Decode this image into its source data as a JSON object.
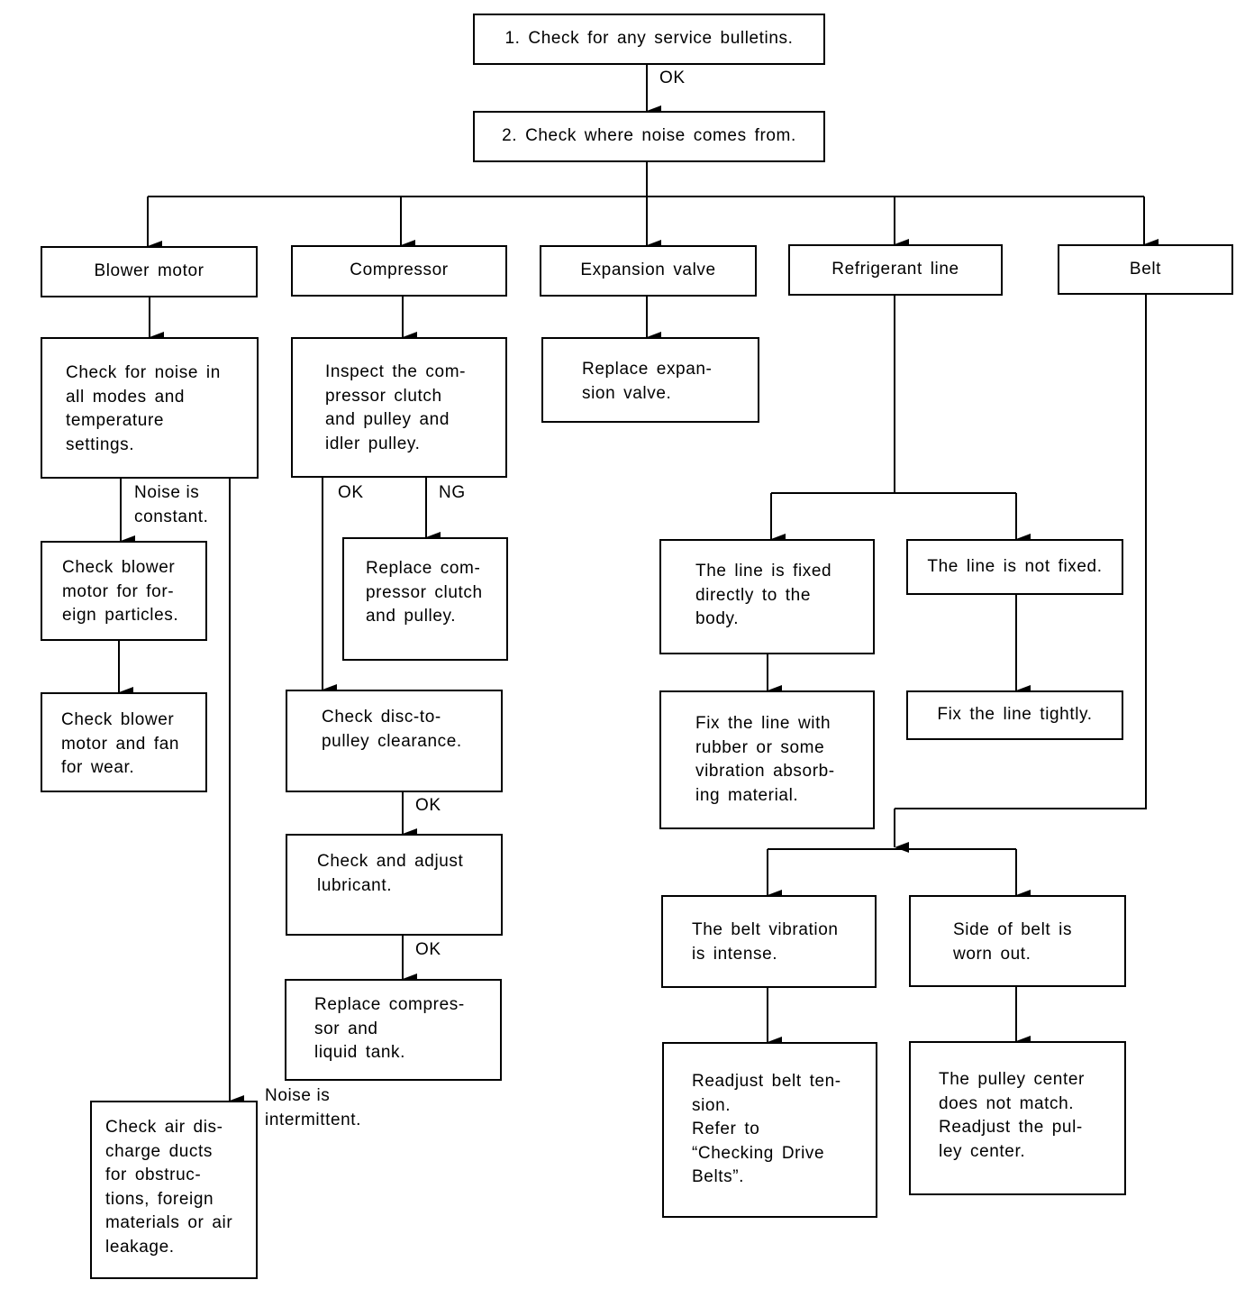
{
  "nodes": {
    "step1": "1. Check for any service bulletins.",
    "step2": "2. Check where noise comes from.",
    "blower": "Blower motor",
    "compressor": "Compressor",
    "expansion": "Expansion valve",
    "refrigerant": "Refrigerant line",
    "belt": "Belt",
    "blower_check": "Check for noise in\nall modes and\ntemperature\nsettings.",
    "blower_particles": "Check blower\nmotor for for-\neign particles.",
    "blower_wear": "Check blower\nmotor and fan\nfor wear.",
    "air_ducts": "Check air dis-\ncharge ducts\nfor obstruc-\ntions, foreign\nmaterials or air\nleakage.",
    "comp_inspect": "Inspect the com-\npressor clutch\nand pulley and\nidler pulley.",
    "comp_replace_clutch": "Replace com-\npressor clutch\nand pulley.",
    "comp_disc": "Check disc-to-\npulley clearance.",
    "comp_lube": "Check and adjust\nlubricant.",
    "comp_replace": "Replace compres-\nsor and\nliquid tank.",
    "exp_replace": "Replace expan-\nsion valve.",
    "line_fixed": "The line is fixed\ndirectly to the\nbody.",
    "line_not_fixed": "The line is not fixed.",
    "line_fix_rubber": "Fix the line with\nrubber or some\nvibration absorb-\ning material.",
    "line_fix_tight": "Fix the line tightly.",
    "belt_vibration": "The belt vibration\nis intense.",
    "belt_worn": "Side of belt is\nworn out.",
    "belt_readjust": "Readjust belt ten-\nsion.\nRefer to\n“Checking Drive\nBelts”.",
    "pulley_center": "The pulley center\ndoes not match.\nReadjust the pul-\nley center."
  },
  "labels": {
    "ok_step1": "OK",
    "noise_constant": "Noise is\nconstant.",
    "noise_intermittent": "Noise is\nintermittent.",
    "comp_ok": "OK",
    "comp_ng": "NG",
    "disc_ok": "OK",
    "lube_ok": "OK"
  }
}
